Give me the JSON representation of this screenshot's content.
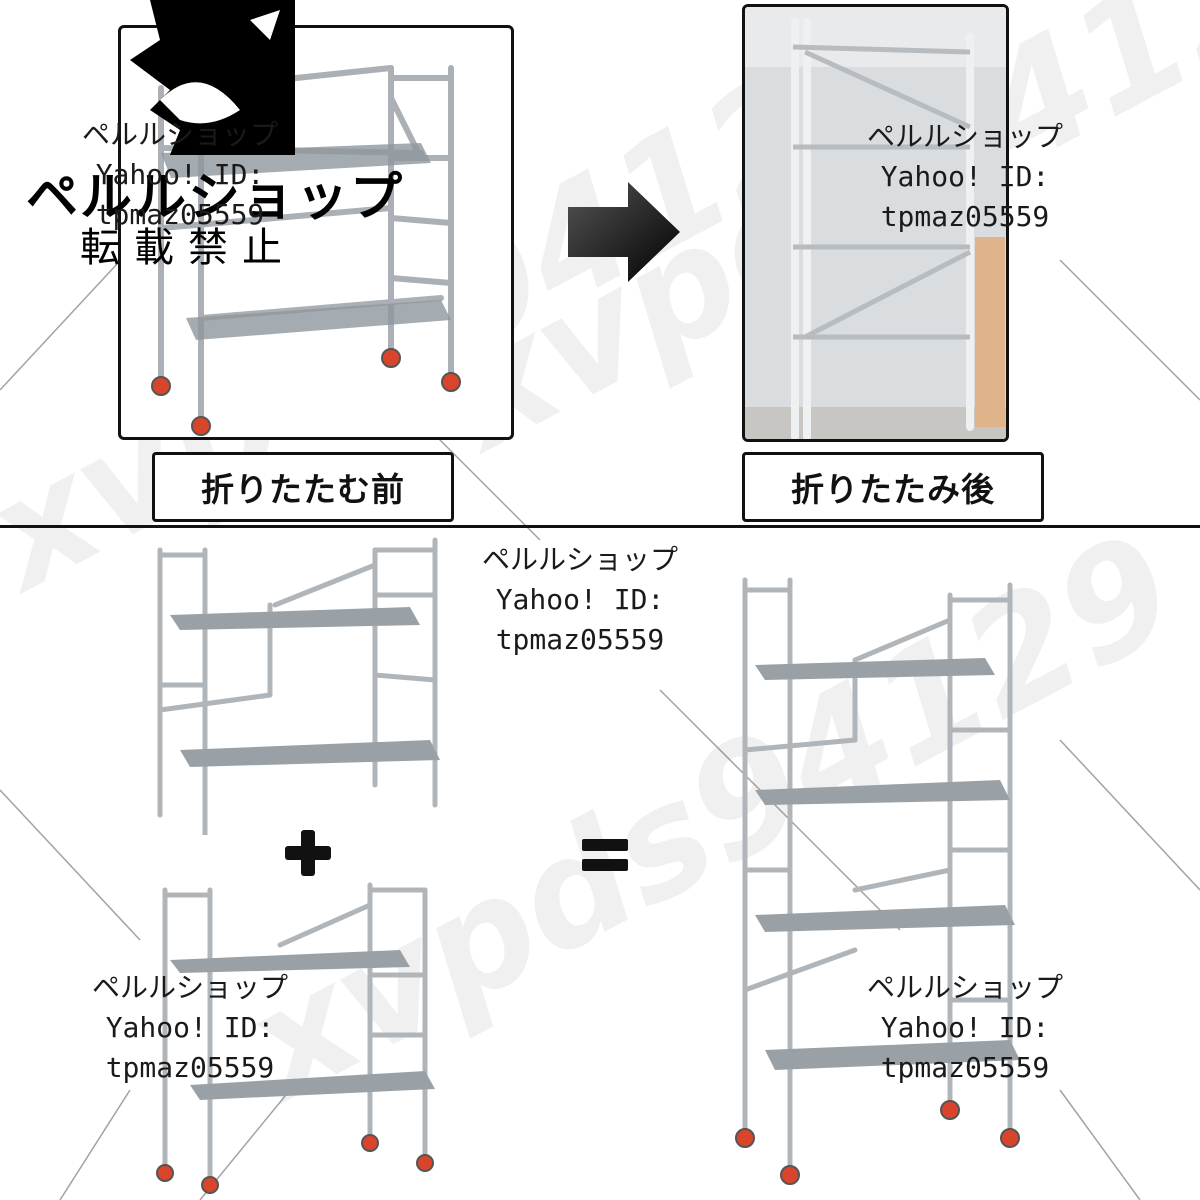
{
  "labels": {
    "before_fold": "折りたたむ前",
    "after_fold": "折りたたみ後"
  },
  "shop": {
    "name_large": "ペルルショップ",
    "notice": "転載禁止"
  },
  "watermark": {
    "line1": "ペルルショップ",
    "line2": "Yahoo! ID:",
    "line3": "tpmaz05559",
    "diagonal": "xvpds94129"
  },
  "operators": {
    "plus": "plus-icon",
    "equals": "equals-icon",
    "arrow": "arrow-right-icon"
  },
  "colors": {
    "frame": "#111111",
    "metal": "#b8bcc0",
    "wheel": "#d8452b",
    "panel_bg": "#d9dde0"
  }
}
